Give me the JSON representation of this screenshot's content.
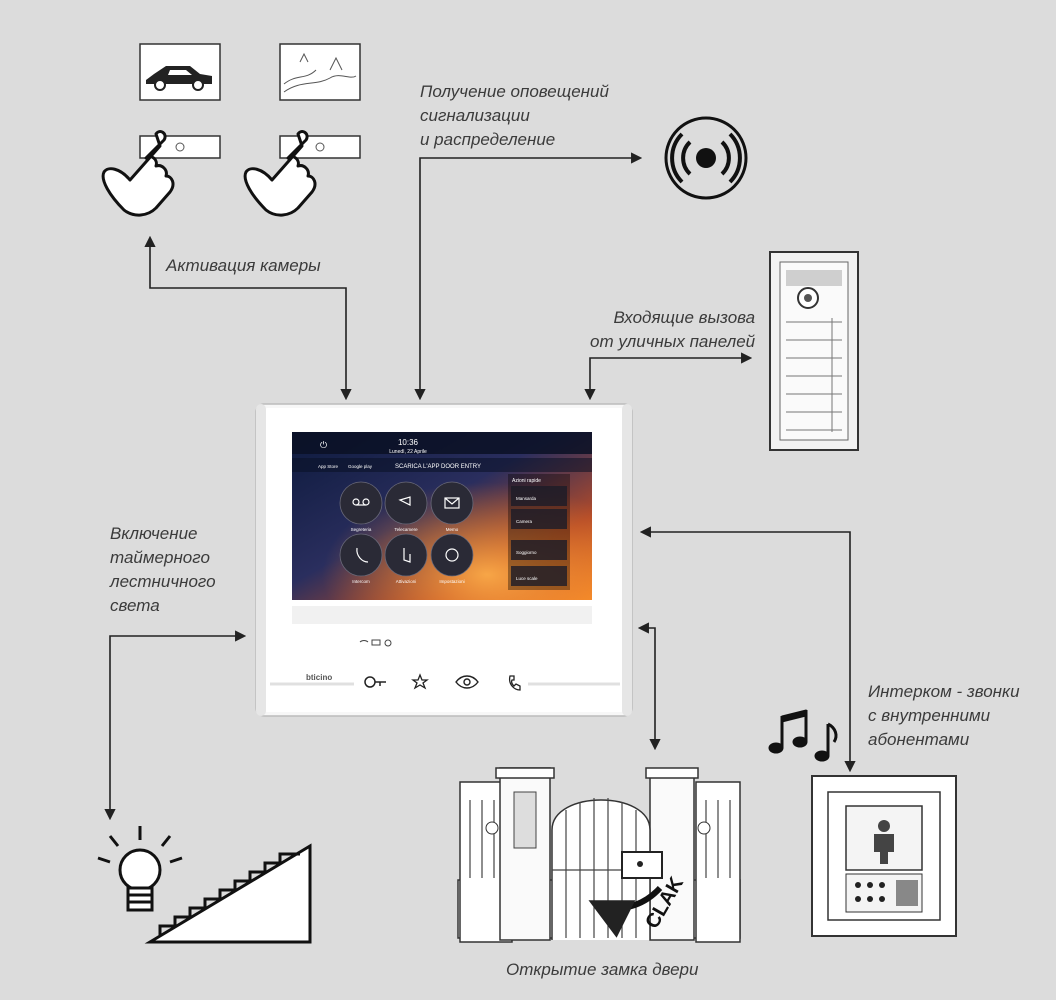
{
  "captions": {
    "camera": "Активация камеры",
    "alarm": [
      "Получение оповещений",
      "сигнализации",
      "и распределение"
    ],
    "incoming": [
      "Входящие вызова",
      "от уличных панелей"
    ],
    "stair": [
      "Включение",
      "таймерного",
      "лестничного",
      "света"
    ],
    "intercom": [
      "Интерком - звонки",
      "с внутренними",
      "абонентами"
    ],
    "door": "Открытие замка двери"
  },
  "monitor": {
    "time": "10:36",
    "date": "Lunedì, 22 Aprile",
    "banner": "SCARICA L'APP DOOR ENTRY",
    "store1": "App Store",
    "store2": "Google play",
    "brand": "bticino",
    "buttons": [
      "Segreteria",
      "Telecamere",
      "Memo",
      "Intercom",
      "Attivazioni",
      "Impostazioni"
    ],
    "quick_title": "Azioni rapide",
    "quick_items": [
      "Mansarda",
      "Camera",
      "Soggiorno",
      "Luce scale"
    ]
  },
  "gate": {
    "clak": "CLAK"
  },
  "icons": [
    "car-icon",
    "landscape-icon",
    "hand-pointer-icon",
    "alarm-siren-icon",
    "door-panel-icon",
    "music-notes-icon",
    "indoor-station-icon",
    "light-bulb-icon",
    "staircase-icon",
    "gate-icon",
    "key-icon",
    "star-icon",
    "eye-icon",
    "phone-icon"
  ]
}
